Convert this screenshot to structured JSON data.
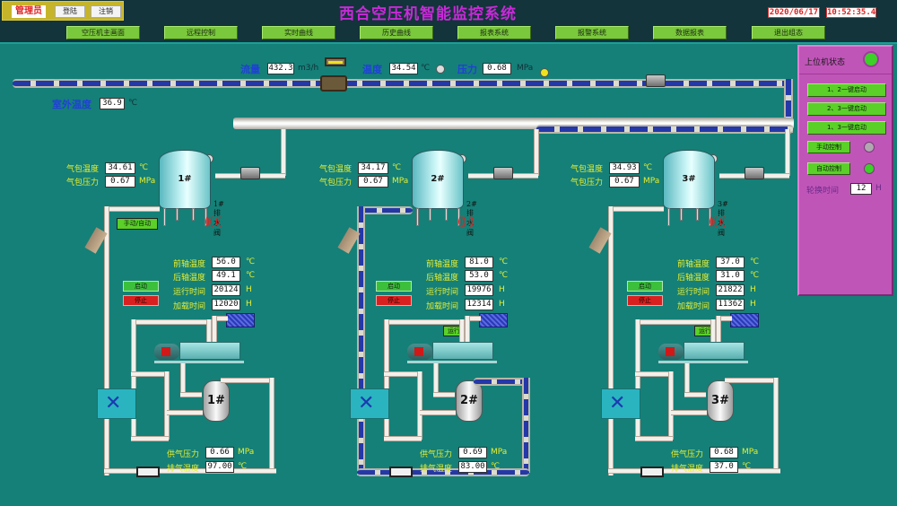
{
  "header": {
    "user_label": "管理员",
    "login_button": "登陆",
    "logout_button": "注销",
    "title": "西合空压机智能监控系统",
    "date": "2020/06/17",
    "time": "10:52:35.4"
  },
  "nav": [
    {
      "label": "空压机主画面"
    },
    {
      "label": "远程控制"
    },
    {
      "label": "实时曲线"
    },
    {
      "label": "历史曲线"
    },
    {
      "label": "报表系统"
    },
    {
      "label": "报警系统"
    },
    {
      "label": "数据报表"
    },
    {
      "label": "退出组态"
    }
  ],
  "main_line": {
    "flow_label": "流量",
    "flow_value": "432.3",
    "flow_unit": "m3/h",
    "temp_label": "温度",
    "temp_value": "34.54",
    "temp_unit": "℃",
    "pressure_label": "压力",
    "pressure_value": "0.68",
    "pressure_unit": "MPa",
    "outdoor_temp_label": "室外温度",
    "outdoor_temp_value": "36.9",
    "outdoor_temp_unit": "℃"
  },
  "units": [
    {
      "id": "1#",
      "tank_temp_label": "气包温度",
      "tank_temp": "34.61",
      "tank_temp_unit": "℃",
      "tank_pressure_label": "气包压力",
      "tank_pressure": "0.67",
      "tank_pressure_unit": "MPa",
      "drain_label": "1#排水阀",
      "mode_badge": "手动/自动",
      "front_bearing_label": "前轴温度",
      "front_bearing": "56.0",
      "front_bearing_unit": "℃",
      "rear_bearing_label": "后轴温度",
      "rear_bearing": "49.1",
      "rear_bearing_unit": "℃",
      "runtime_label": "运行时间",
      "runtime": "20124",
      "runtime_unit": "H",
      "load_time_label": "加载时间",
      "load_time": "12020",
      "load_time_unit": "H",
      "start_button": "启动",
      "stop_button": "停止",
      "supply_pressure_label": "供气压力",
      "supply_pressure": "0.66",
      "supply_pressure_unit": "MPa",
      "exhaust_temp_label": "排气温度",
      "exhaust_temp": "97.00",
      "exhaust_temp_unit": "℃",
      "status_tag": "",
      "flow_active": false
    },
    {
      "id": "2#",
      "tank_temp_label": "气包温度",
      "tank_temp": "34.17",
      "tank_temp_unit": "℃",
      "tank_pressure_label": "气包压力",
      "tank_pressure": "0.67",
      "tank_pressure_unit": "MPa",
      "drain_label": "2#排水阀",
      "mode_badge": "",
      "front_bearing_label": "前轴温度",
      "front_bearing": "81.0",
      "front_bearing_unit": "℃",
      "rear_bearing_label": "后轴温度",
      "rear_bearing": "53.0",
      "rear_bearing_unit": "℃",
      "runtime_label": "运行时间",
      "runtime": "19976",
      "runtime_unit": "H",
      "load_time_label": "加载时间",
      "load_time": "12314",
      "load_time_unit": "H",
      "start_button": "启动",
      "stop_button": "停止",
      "supply_pressure_label": "供气压力",
      "supply_pressure": "0.69",
      "supply_pressure_unit": "MPa",
      "exhaust_temp_label": "排气温度",
      "exhaust_temp": "83.00",
      "exhaust_temp_unit": "℃",
      "status_tag": "运行",
      "flow_active": true
    },
    {
      "id": "3#",
      "tank_temp_label": "气包温度",
      "tank_temp": "34.93",
      "tank_temp_unit": "℃",
      "tank_pressure_label": "气包压力",
      "tank_pressure": "0.67",
      "tank_pressure_unit": "MPa",
      "drain_label": "3#排水阀",
      "mode_badge": "",
      "front_bearing_label": "前轴温度",
      "front_bearing": "37.0",
      "front_bearing_unit": "℃",
      "rear_bearing_label": "后轴温度",
      "rear_bearing": "31.0",
      "rear_bearing_unit": "℃",
      "runtime_label": "运行时间",
      "runtime": "21822",
      "runtime_unit": "H",
      "load_time_label": "加载时间",
      "load_time": "11362",
      "load_time_unit": "H",
      "start_button": "启动",
      "stop_button": "停止",
      "supply_pressure_label": "供气压力",
      "supply_pressure": "0.68",
      "supply_pressure_unit": "MPa",
      "exhaust_temp_label": "排气温度",
      "exhaust_temp": "37.0",
      "exhaust_temp_unit": "℃",
      "status_tag": "运行",
      "flow_active": false
    }
  ],
  "side_panel": {
    "title": "上位机状态",
    "status_led_color": "#3cd028",
    "buttons": [
      {
        "label": "1、2一键启动"
      },
      {
        "label": "2、3一键启动"
      },
      {
        "label": "1、3一键启动"
      }
    ],
    "manual_button": "手动控制",
    "manual_led_color": "#b0a8b0",
    "auto_button": "自动控制",
    "auto_led_color": "#3cd028",
    "switch_time_label": "轮换时间",
    "switch_time_value": "12",
    "switch_time_unit": "H"
  },
  "colors": {
    "background": "#158077",
    "header": "#12343a",
    "title": "#c82ad8",
    "nav_button": "#7ac83c",
    "label_yellow": "#e8ee30",
    "flow_blue": "#2438a8",
    "panel": "#c055b8"
  }
}
